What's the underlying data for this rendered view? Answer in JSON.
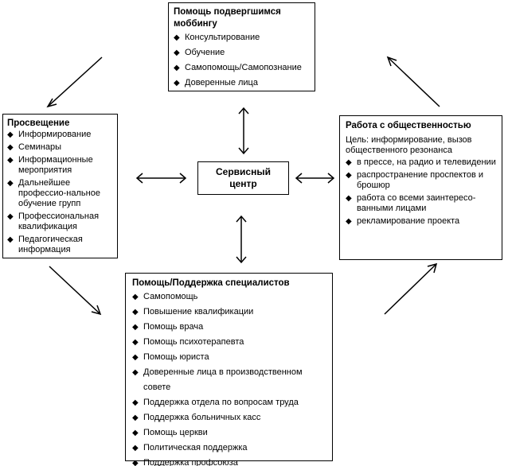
{
  "top": {
    "title": "Помощь подвергшимся моббингу",
    "items": [
      "Консультирование",
      "Обучение",
      "Самопомощь/Самопознание",
      "Доверенные лица"
    ]
  },
  "left": {
    "title": "Просвещение",
    "items": [
      "Информирование",
      "Семинары",
      "Информационные мероприятия",
      "Дальнейшее профессио-нальное обучение групп",
      "Профессиональная квалификация",
      "Педагогическая информация"
    ]
  },
  "center": {
    "title": "Сервисный центр"
  },
  "right": {
    "title": "Работа с общественностью",
    "intro": "Цель: информирование, вызов общественного резонанса",
    "items": [
      "в прессе, на радио и телевидении",
      "распространение проспектов и брошюр",
      "работа со всеми заинтересо-ванными лицами",
      "рекламирование проекта"
    ]
  },
  "bottom": {
    "title": "Помощь/Поддержка специалистов",
    "items": [
      "Самопомощь",
      "Повышение квалификации",
      "Помощь врача",
      "Помощь психотерапевта",
      "Помощь юриста",
      "Доверенные лица в производственном совете",
      "Поддержка отдела по вопросам труда",
      "Поддержка больничных касс",
      "Помощь церкви",
      "Политическая поддержка",
      "Поддержка профсоюза"
    ]
  }
}
